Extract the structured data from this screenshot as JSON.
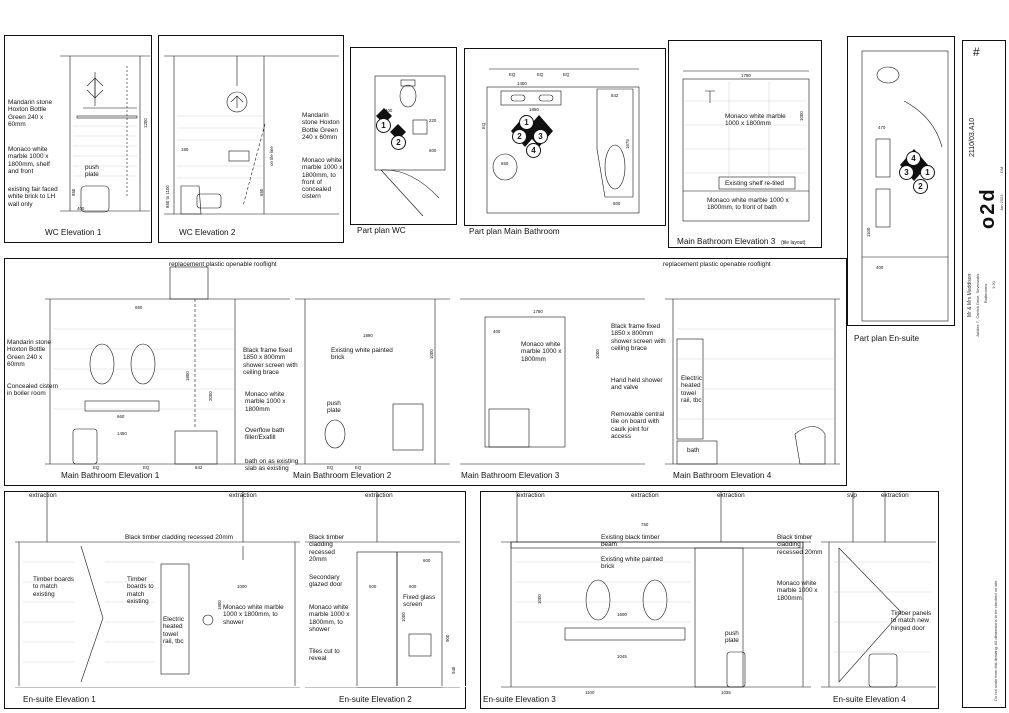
{
  "drawings": {
    "wc_elev1": {
      "title": "WC Elevation 1",
      "note1": "Mandarin stone Hoxton Bottle Green 240 x 60mm",
      "note2": "Monaco white marble 1000 x 1800mm, shelf and front",
      "note3": "existing fair faced white brick to LH wall only",
      "note4": "push plate",
      "dims": [
        "1200",
        "400",
        "850"
      ]
    },
    "wc_elev2": {
      "title": "WC Elevation 2",
      "note1": "Mandarin stone Hoxton Bottle Green 240 x 60mm",
      "note2": "Monaco white marble 1000 x 1800mm, to front of concealed cistern",
      "dims": [
        "850 to 1100",
        "180",
        "650",
        "on tile line"
      ]
    },
    "plan_wc": {
      "title": "Part plan WC",
      "markers": [
        "1",
        "2"
      ],
      "dims": [
        "400",
        "220",
        "600"
      ]
    },
    "plan_main": {
      "title": "Part plan Main Bathroom",
      "markers": [
        "1",
        "2",
        "3",
        "4"
      ],
      "dims": [
        "EQ",
        "EQ",
        "EQ",
        "1400",
        "1850",
        "EQ",
        "842",
        "1675",
        "600",
        "650"
      ]
    },
    "main_elev3_top": {
      "title": "Main Bathroom Elevation 3",
      "subtitle": "(tile layout)",
      "note1": "Monaco white marble 1000 x 1800mm",
      "note2": "Existing shelf re-tiled",
      "note3": "Monaco white marble 1000 x 1800mm, to front of bath",
      "dims": [
        "1780",
        "1000"
      ]
    },
    "plan_ensuite": {
      "title": "Part plan En-suite",
      "markers": [
        "4",
        "3",
        "1",
        "2"
      ],
      "dims": [
        "470",
        "1100",
        "400"
      ]
    },
    "main_row": {
      "roof_label1": "replacement plastic openable rooflight",
      "roof_label2": "replacement plastic openable rooflight",
      "e1": {
        "title": "Main Bathroom Elevation 1",
        "n1": "Mandarin stone Hoxton Bottle Green 240 x 60mm",
        "n2": "Concealed cistern in boiler room",
        "n3": "Black frame fixed 1850 x 800mm shower screen with ceiling brace",
        "n4": "Monaco white marble 1000 x 1800mm",
        "n5": "Overflow bath filler/Exafill",
        "n6": "bath on as existing slab as existing",
        "dims": [
          "650",
          "EQ",
          "EQ",
          "660",
          "1450",
          "842",
          "1800",
          "2000"
        ]
      },
      "e2": {
        "title": "Main Bathroom Elevation 2",
        "n1": "Existing white painted brick",
        "n2": "push plate",
        "dims": [
          "1890",
          "1000",
          "EQ",
          "EQ"
        ]
      },
      "e3": {
        "title": "Main Bathroom Elevation 3",
        "n1": "Black frame fixed 1850 x 800mm shower screen with ceiling brace",
        "n2": "Monaco white marble 1000 x 1800mm",
        "n3": "Hand held shower and valve",
        "n4": "Removable central tile on board with caulk joint for access",
        "dims": [
          "1780",
          "400",
          "1000"
        ]
      },
      "e4": {
        "title": "Main Bathroom Elevation 4",
        "n1": "Electric heated towel rail, tbc",
        "n2": "bath"
      }
    },
    "ensuite_left": {
      "e1": {
        "title": "En-suite Elevation 1",
        "n1": "Black timber cladding recessed 20mm",
        "n2": "Timber boards to match existing",
        "n3": "Timber boards to match existing",
        "n4": "Electric heated towel rail, tbc",
        "n5": "Monaco white marble 1000 x 1800mm, to shower",
        "extr1": "extraction",
        "extr2": "extraction",
        "dims": [
          "1000",
          "1800"
        ]
      },
      "e2": {
        "title": "En-suite Elevation 2",
        "n1": "Black timber cladding recessed 20mm",
        "n2": "Secondary glazed door",
        "n3": "Monaco white marble 1000 x 1800mm, to shower",
        "n4": "Tiles cut to reveal",
        "n5": "Fixed glass screen",
        "extr": "extraction",
        "dims": [
          "600",
          "500",
          "600",
          "1000",
          "900",
          "940"
        ]
      }
    },
    "ensuite_right": {
      "e3": {
        "title": "En-suite Elevation 3",
        "n1": "Existing black timber beam",
        "n2": "Existing white painted brick",
        "n3": "Black timber cladding recessed 20mm",
        "n4": "Monaco white marble 1000 x 1800mm",
        "n5": "push plate",
        "extr1": "extraction",
        "extr2": "extraction",
        "extr3": "extraction",
        "dims": [
          "750",
          "1000",
          "1600",
          "1045",
          "1100",
          "1035"
        ]
      },
      "e4": {
        "title": "En-suite Elevation 4",
        "n1": "Timber panels to match new hinged door",
        "svp": "svp",
        "extr": "extraction"
      }
    }
  },
  "title_block": {
    "logo": "o2d",
    "drawing_no": "2110/03.A10",
    "client": "Mr & Mrs Maddison",
    "project": "Jubilee 7, Carrick Drive, Sevenoaks",
    "drawing": "Bathrooms",
    "scale": "1:20",
    "date": "Jan 2023",
    "drawn": "DM",
    "hash": "#",
    "notes": "Do not scale from this drawing. All dimensions to be checked on site."
  }
}
